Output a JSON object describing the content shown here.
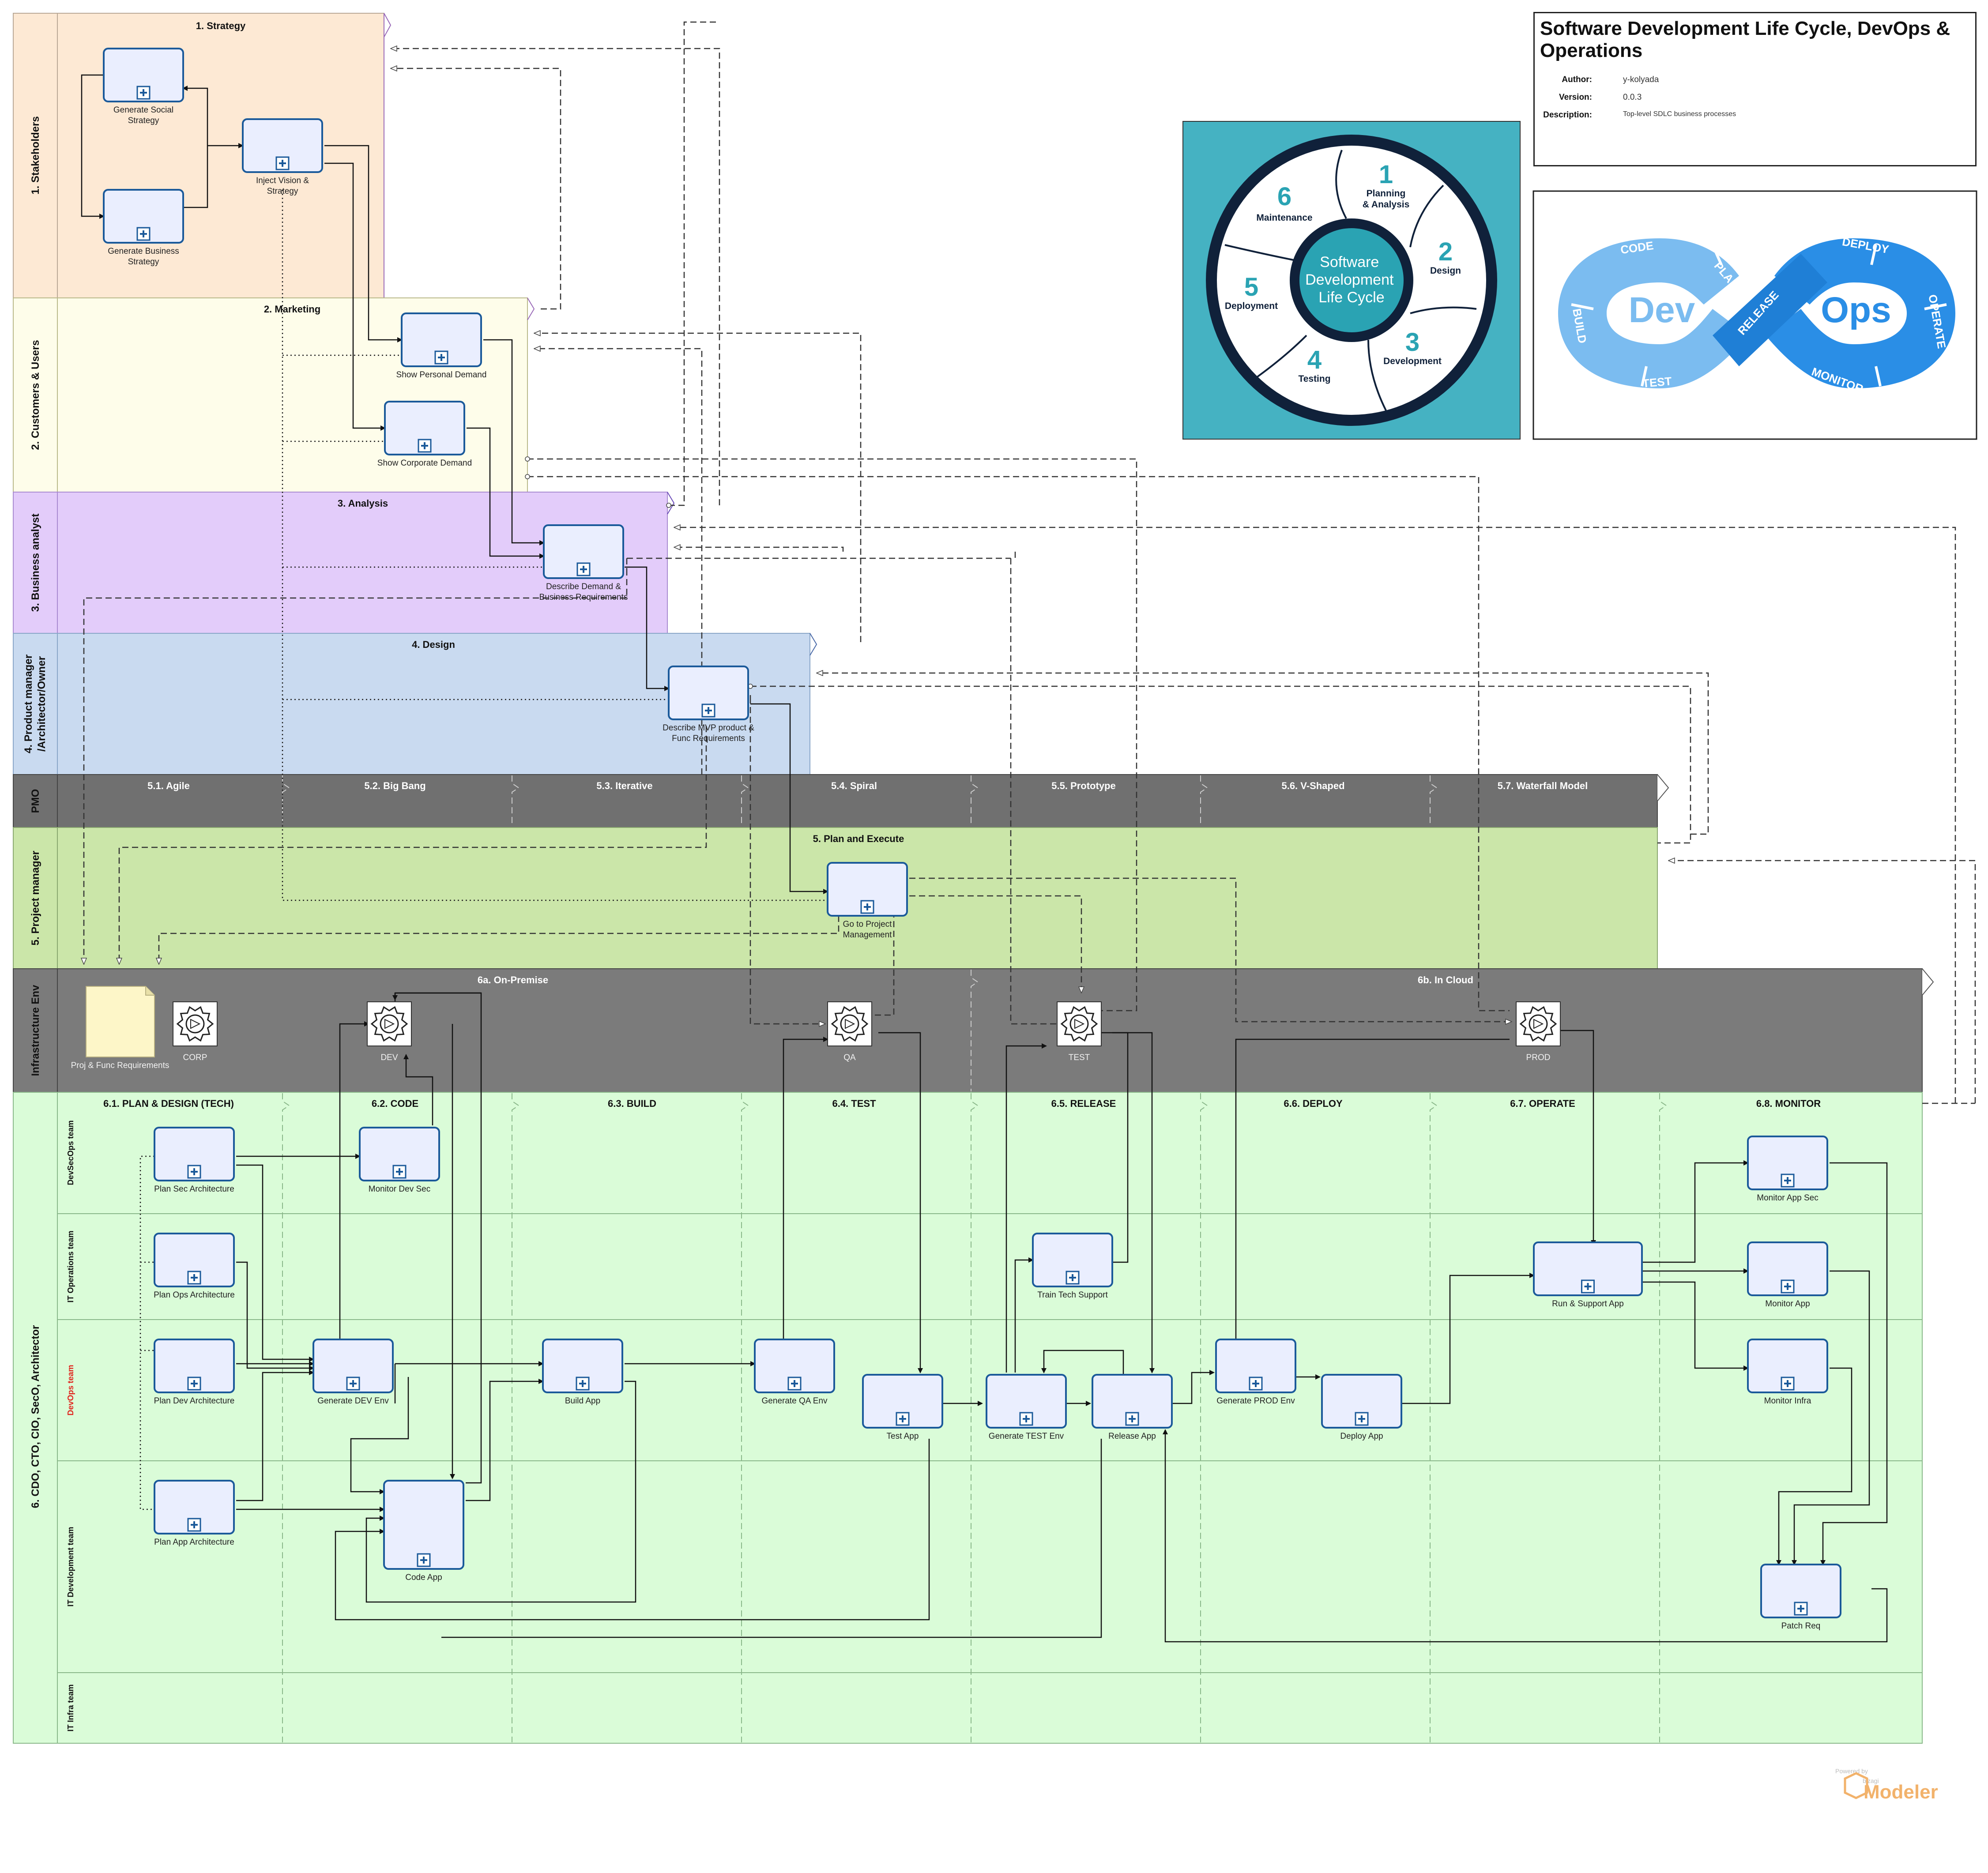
{
  "document": {
    "title": "Software Development Life Cycle, DevOps & Operations",
    "meta": [
      {
        "key": "Author:",
        "value": "y-kolyada"
      },
      {
        "key": "Version:",
        "value": "0.0.3"
      },
      {
        "key": "Description:",
        "value": "Top-level SDLC business processes"
      }
    ]
  },
  "pools": {
    "stakeholders": {
      "label": "1. Stakeholders",
      "phase": "1. Strategy"
    },
    "customers": {
      "label": "2. Customers  &  Users",
      "phase": "2. Marketing"
    },
    "analyst": {
      "label": "3. Business analyst",
      "phase": "3. Analysis"
    },
    "product": {
      "label_line1": "4. Product manager",
      "label_line2": "/Architector/Owner",
      "phase": "4. Design"
    },
    "pmo": {
      "label": "PMO",
      "phases": [
        "5.1. Agile",
        "5.2. Big Bang",
        "5.3. Iterative",
        "5.4. Spiral",
        "5.5. Prototype",
        "5.6. V-Shaped",
        "5.7. Waterfall Model"
      ]
    },
    "project_manager": {
      "label": "5. Project manager",
      "phase": "5. Plan and Execute"
    },
    "infra": {
      "label": "Infrastructure Env",
      "phase_left": "6a. On-Premise",
      "phase_right": "6b. In Cloud"
    },
    "devteam": {
      "label": "6. CDO, CTO, CIO, SecO, Architector",
      "sublanes": [
        "DevSecOps team",
        "IT Operations team",
        "DevOps  team",
        "IT Development team",
        "IT Infra team"
      ],
      "phases": [
        "6.1. PLAN & DESIGN (TECH)",
        "6.2. CODE",
        "6.3. BUILD",
        "6.4. TEST",
        "6.5. RELEASE",
        "6.6. DEPLOY",
        "6.7. OPERATE",
        "6.8. MONITOR"
      ]
    }
  },
  "tasks": {
    "gen_social": "Generate Social Strategy",
    "gen_business": "Generate Business Strategy",
    "inject_vision": "Inject Vision & Strategy",
    "show_personal": "Show Personal Demand",
    "show_corporate": "Show Corporate Demand",
    "describe_demand": "Describe Demand & Business Requirements",
    "describe_mvp": "Describe MVP product & Func Requirements",
    "go_pm": "Go to Project Management",
    "plan_sec": "Plan Sec Architecture",
    "monitor_dev_sec": "Monitor Dev Sec",
    "plan_ops": "Plan Ops Architecture",
    "plan_dev": "Plan Dev Architecture",
    "gen_dev_env": "Generate DEV Env",
    "build_app": "Build App",
    "gen_qa_env": "Generate QA Env",
    "test_app": "Test App",
    "gen_test_env": "Generate TEST Env",
    "release_app": "Release App",
    "train_tech": "Train Tech Support",
    "gen_prod_env": "Generate PROD Env",
    "deploy_app": "Deploy App",
    "run_support": "Run & Support App",
    "monitor_app_sec": "Monitor App Sec",
    "monitor_app": "Monitor App",
    "monitor_infra": "Monitor Infra",
    "patch_req": "Patch Req",
    "plan_app": "Plan App Architecture",
    "code_app": "Code App"
  },
  "artifacts": {
    "requirements_doc": "Proj & Func Requirements",
    "corp": "CORP",
    "dev": "DEV",
    "qa": "QA",
    "test": "TEST",
    "prod": "PROD"
  },
  "sdlc_wheel": {
    "center": [
      "Software",
      "Development",
      "Life Cycle"
    ],
    "stages": [
      {
        "num": "1",
        "name": [
          "Planning",
          "& Analysis"
        ]
      },
      {
        "num": "2",
        "name": [
          "Design"
        ]
      },
      {
        "num": "3",
        "name": [
          "Development"
        ]
      },
      {
        "num": "4",
        "name": [
          "Testing"
        ]
      },
      {
        "num": "5",
        "name": [
          "Deployment"
        ]
      },
      {
        "num": "6",
        "name": [
          "Maintenance"
        ]
      }
    ],
    "colors": {
      "background": "#45b2c2",
      "ring": "#10213a",
      "accent": "#2aa3b3"
    }
  },
  "devops_loop": {
    "dev": "Dev",
    "ops": "Ops",
    "labels": [
      "CODE",
      "PLAN",
      "BUILD",
      "TEST",
      "RELEASE",
      "DEPLOY",
      "OPERATE",
      "MONITOR"
    ],
    "colors": {
      "dev": "#7bbcf0",
      "ops": "#2a8ee6",
      "release": "#1f7fd6"
    }
  },
  "watermark": {
    "powered": "Powered by",
    "brand": "bizagi",
    "product": "Modeler",
    "color": "#f2b26b"
  },
  "colors": {
    "stakeholders": "#fde9d4",
    "customers": "#fefdea",
    "analyst": "#e3ccfa",
    "product": "#c9daf0",
    "pmo": "#707070",
    "project_manager": "#cbe6a9",
    "infra": "#7b7b7b",
    "devteam": "#dafcd8",
    "task_fill": "#eaeefe",
    "task_stroke": "#1b5a9a"
  }
}
